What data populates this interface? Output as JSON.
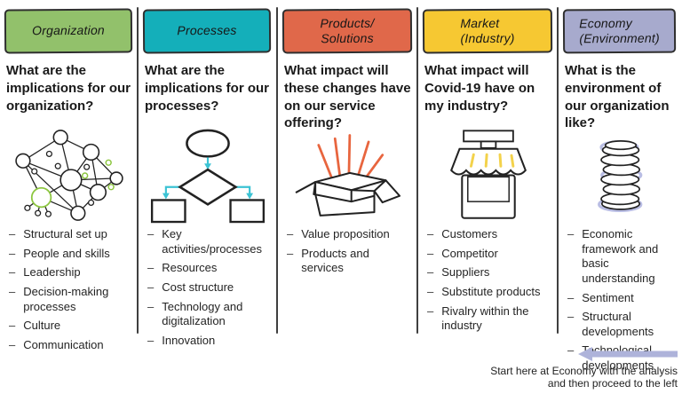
{
  "columns": [
    {
      "id": "organization",
      "banner": {
        "label": "Organization",
        "color": "#92c16b"
      },
      "question": "What are the implications for our organization?",
      "illustration": "network-graph",
      "bullets": [
        "Structural set up",
        "People and skills",
        "Leadership",
        "Decision-making processes",
        "Culture",
        "Communication"
      ]
    },
    {
      "id": "processes",
      "banner": {
        "label": "Processes",
        "color": "#14afba"
      },
      "question": "What are the implications for our processes?",
      "illustration": "flowchart",
      "bullets": [
        "Key activities/processes",
        "Resources",
        "Cost structure",
        "Technology and digitalization",
        "Innovation"
      ]
    },
    {
      "id": "products-solutions",
      "banner": {
        "label": "Products/\nSolutions",
        "color": "#e0684a"
      },
      "question": "What impact will these changes have on our service offering?",
      "illustration": "open-box-rays",
      "bullets": [
        "Value proposition",
        "Products and services"
      ]
    },
    {
      "id": "market-industry",
      "banner": {
        "label": "Market\n(Industry)",
        "color": "#f6c832"
      },
      "question": "What impact will Covid-19 have on my industry?",
      "illustration": "market-stall",
      "bullets": [
        "Customers",
        "Competitor",
        "Suppliers",
        "Substitute products",
        "Rivalry within the industry"
      ]
    },
    {
      "id": "economy-environment",
      "banner": {
        "label": "Economy\n(Environment)",
        "color": "#a7aacd"
      },
      "question": "What is the environment of our organization like?",
      "illustration": "coin-stack",
      "bullets": [
        "Economic framework and basic understanding",
        "Sentiment",
        "Structural developments",
        "Technological developments"
      ]
    }
  ],
  "footer": {
    "arrow_color": "#aeb3da",
    "note_line1": "Start here at Economy with the analysis",
    "note_line2": "and then proceed to the left"
  },
  "colors": {
    "divider": "#3f3f3f",
    "flow_arrow": "#3bc3d4",
    "ray_orange": "#e8653e",
    "node_green": "#8cc63f",
    "stripe_yellow": "#f3d24b",
    "coin_lavender": "#b9bde4"
  }
}
